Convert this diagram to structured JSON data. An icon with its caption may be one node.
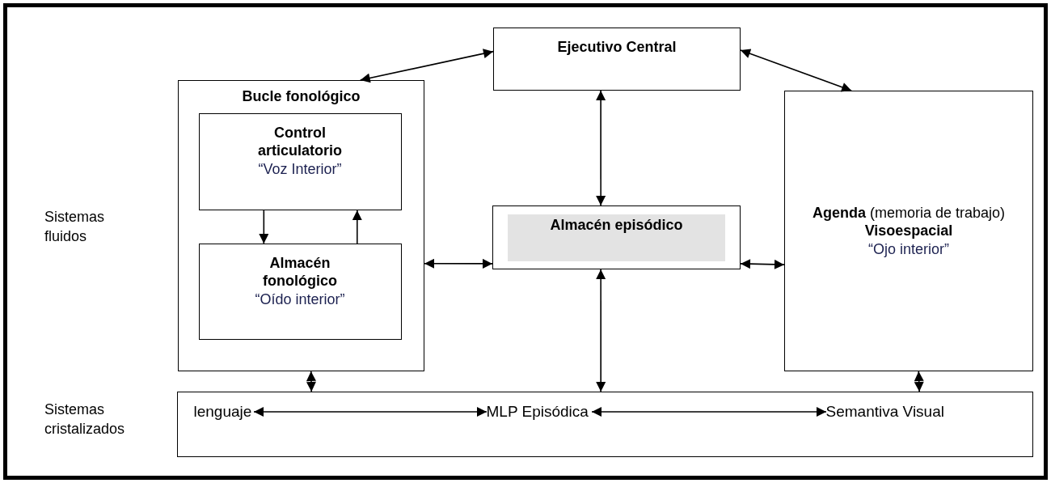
{
  "diagram": {
    "nodes": [
      {
        "text": [
          "Ejecutivo Central"
        ]
      },
      {
        "text": [
          "Bucle fonológico"
        ]
      },
      {
        "text": [
          "Control articulatorio",
          "“Voz Interior”"
        ],
        "in": 1
      },
      {
        "text": [
          "Almacén fonológico",
          "“Oído interior”"
        ],
        "in": 1
      },
      {
        "text": [
          "Almacén episódico"
        ]
      },
      {
        "text": [
          "**Agenda** (memoria de trabajo) **Visoespacial**",
          "“Ojo interior”"
        ]
      },
      {
        "text": [],
        "shape": "box"
      },
      {
        "text": [
          "lenguaje"
        ],
        "in": 6
      },
      {
        "text": [
          "MLP Episódica"
        ],
        "in": 6
      },
      {
        "text": [
          "Semantiva Visual"
        ],
        "in": 6
      }
    ],
    "edges": [
      {
        "from": 1,
        "to": 0,
        "arrow": "both"
      },
      {
        "from": 0,
        "to": 5,
        "arrow": "both"
      },
      {
        "from": 0,
        "to": 4,
        "arrow": "both"
      },
      {
        "from": 2,
        "to": 3,
        "arrow": "to"
      },
      {
        "from": 3,
        "to": 2,
        "arrow": "to"
      },
      {
        "from": 1,
        "to": 4,
        "arrow": "both"
      },
      {
        "from": 4,
        "to": 5,
        "arrow": "both"
      },
      {
        "from": 4,
        "to": 6,
        "arrow": "both"
      },
      {
        "from": 1,
        "to": 6,
        "arrow": "both"
      },
      {
        "from": 5,
        "to": 6,
        "arrow": "both"
      },
      {
        "from": 7,
        "to": 8,
        "arrow": "both"
      },
      {
        "from": 8,
        "to": 9,
        "arrow": "both"
      }
    ],
    "labels": [
      "Sistemas fluidos",
      "Sistemas cristalizados"
    ]
  }
}
